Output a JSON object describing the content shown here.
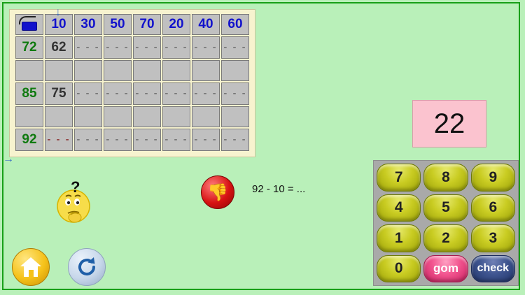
{
  "table": {
    "corner_symbol": "minus-operator",
    "col_headers": [
      "10",
      "30",
      "50",
      "70",
      "20",
      "40",
      "60"
    ],
    "rows": [
      {
        "head": "72",
        "type": "data",
        "cells": [
          {
            "state": "filled",
            "value": "62"
          },
          {
            "state": "dots",
            "value": "- - -"
          },
          {
            "state": "dots",
            "value": "- - -"
          },
          {
            "state": "dots",
            "value": "- - -"
          },
          {
            "state": "dots",
            "value": "- - -"
          },
          {
            "state": "dots",
            "value": "- - -"
          },
          {
            "state": "dots",
            "value": "- - -"
          }
        ]
      },
      {
        "head": "",
        "type": "grey",
        "cells": [
          {
            "state": "grey",
            "value": ""
          },
          {
            "state": "grey",
            "value": ""
          },
          {
            "state": "grey",
            "value": ""
          },
          {
            "state": "grey",
            "value": ""
          },
          {
            "state": "grey",
            "value": ""
          },
          {
            "state": "grey",
            "value": ""
          },
          {
            "state": "grey",
            "value": ""
          }
        ]
      },
      {
        "head": "85",
        "type": "data",
        "cells": [
          {
            "state": "filled",
            "value": "75"
          },
          {
            "state": "dots",
            "value": "- - -"
          },
          {
            "state": "dots",
            "value": "- - -"
          },
          {
            "state": "dots",
            "value": "- - -"
          },
          {
            "state": "dots",
            "value": "- - -"
          },
          {
            "state": "dots",
            "value": "- - -"
          },
          {
            "state": "dots",
            "value": "- - -"
          }
        ]
      },
      {
        "head": "",
        "type": "grey",
        "cells": [
          {
            "state": "grey",
            "value": ""
          },
          {
            "state": "grey",
            "value": ""
          },
          {
            "state": "grey",
            "value": ""
          },
          {
            "state": "grey",
            "value": ""
          },
          {
            "state": "grey",
            "value": ""
          },
          {
            "state": "grey",
            "value": ""
          },
          {
            "state": "grey",
            "value": ""
          }
        ]
      },
      {
        "head": "92",
        "type": "data",
        "cells": [
          {
            "state": "active",
            "value": "- - -"
          },
          {
            "state": "dots",
            "value": "- - -"
          },
          {
            "state": "dots",
            "value": "- - -"
          },
          {
            "state": "dots",
            "value": "- - -"
          },
          {
            "state": "dots",
            "value": "- - -"
          },
          {
            "state": "dots",
            "value": "- - -"
          },
          {
            "state": "dots",
            "value": "- - -"
          }
        ]
      }
    ],
    "column_pointer_icon": "down-arrow-icon",
    "row_pointer_icon": "right-arrow-icon"
  },
  "feedback": {
    "thinking_icon": "thinking-face-icon",
    "question_mark": "?",
    "result_icon": "thumbs-down-icon",
    "equation": "92 - 10 = ..."
  },
  "answer": {
    "value": "22"
  },
  "keypad": {
    "keys": [
      {
        "label": "7",
        "style": "num",
        "name": "key-7"
      },
      {
        "label": "8",
        "style": "num",
        "name": "key-8"
      },
      {
        "label": "9",
        "style": "num",
        "name": "key-9"
      },
      {
        "label": "4",
        "style": "num",
        "name": "key-4"
      },
      {
        "label": "5",
        "style": "num",
        "name": "key-5"
      },
      {
        "label": "6",
        "style": "num",
        "name": "key-6"
      },
      {
        "label": "1",
        "style": "num",
        "name": "key-1"
      },
      {
        "label": "2",
        "style": "num",
        "name": "key-2"
      },
      {
        "label": "3",
        "style": "num",
        "name": "key-3"
      },
      {
        "label": "0",
        "style": "num",
        "name": "key-0"
      },
      {
        "label": "gom",
        "style": "gom",
        "name": "key-erase"
      },
      {
        "label": "check",
        "style": "check",
        "name": "key-check"
      }
    ]
  },
  "toolbar": {
    "home_icon": "home-icon",
    "reload_icon": "reload-icon"
  },
  "colors": {
    "background": "#b9f0b9",
    "border": "#18a018",
    "filled_cell": "#bcd92a",
    "active_cell": "#ee1b1b",
    "answer_box": "#fbc3cf",
    "col_header_text": "#1111cc",
    "row_header_text": "#0f7a0f"
  }
}
